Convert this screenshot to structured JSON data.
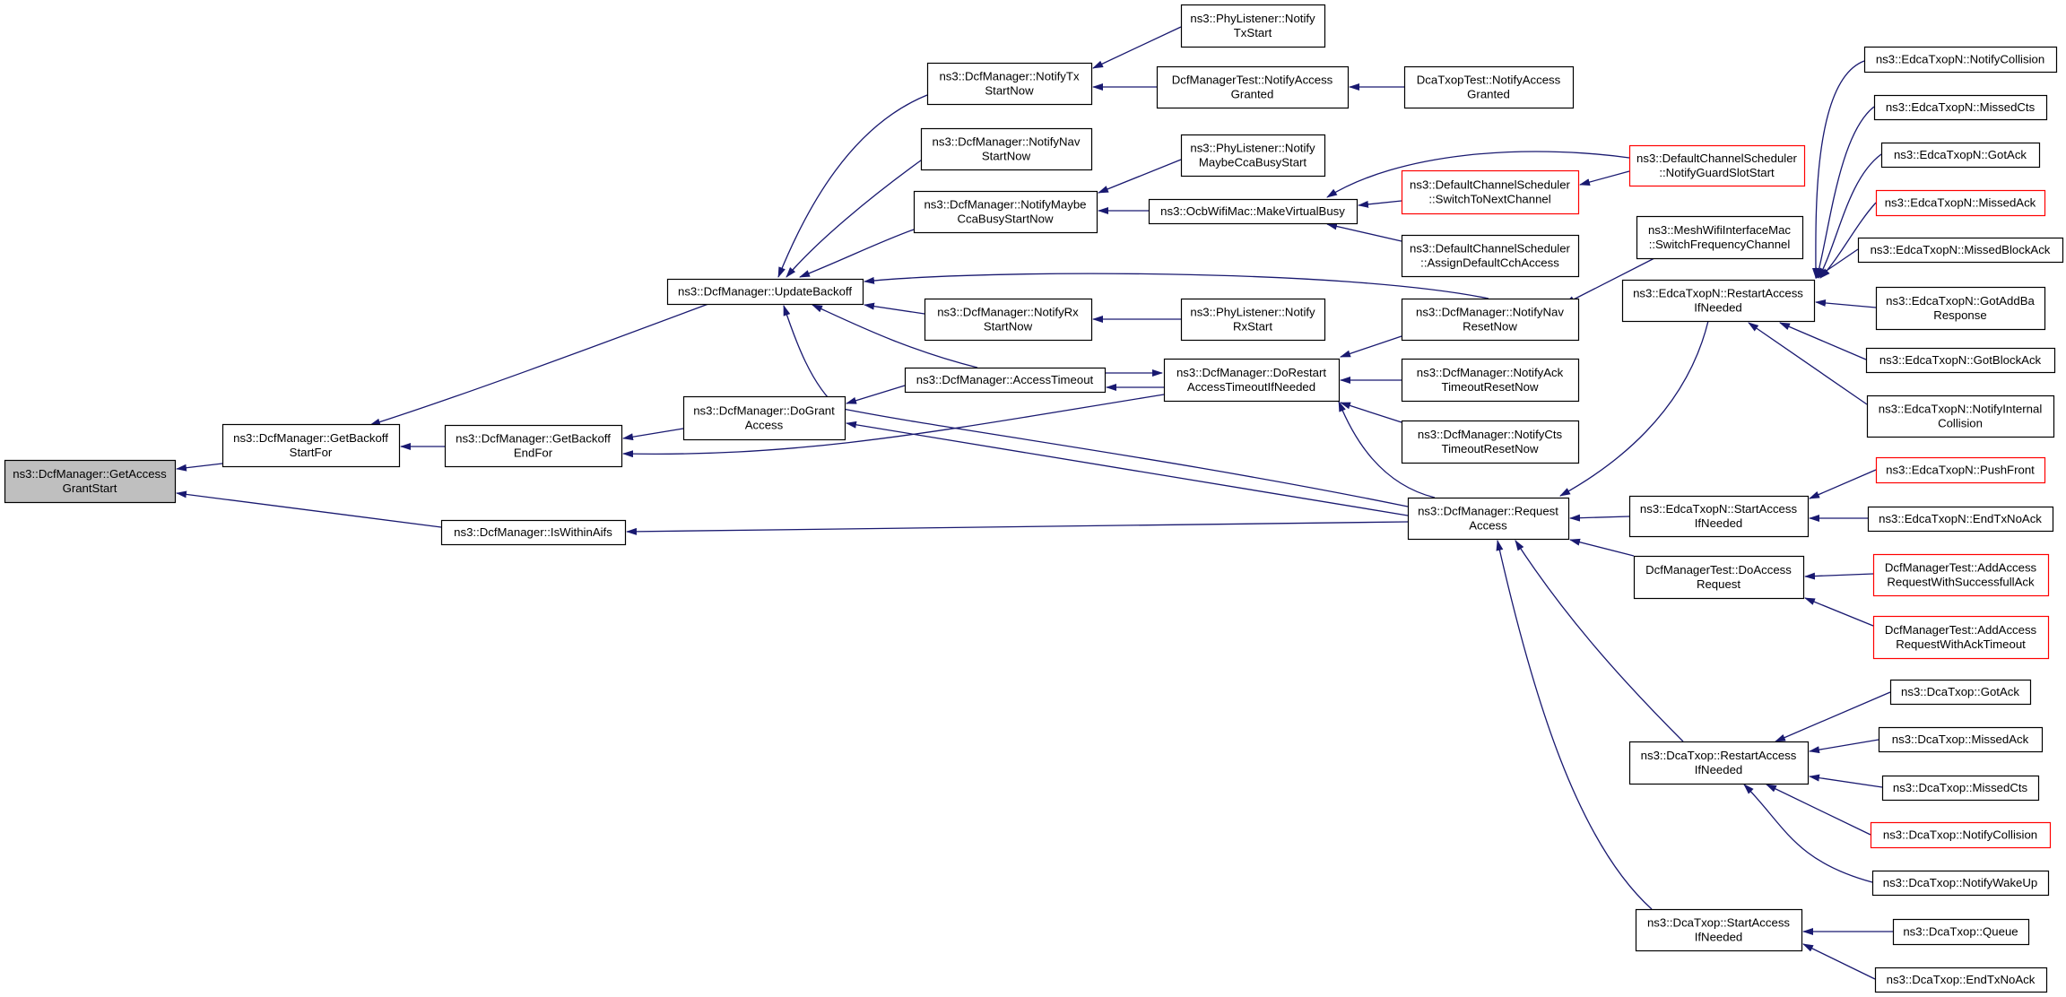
{
  "colors": {
    "edge": "#191970",
    "border_normal": "#000000",
    "border_truncated": "#ff0000",
    "root_fill": "#bfbfbf",
    "node_fill": "#ffffff"
  },
  "nodes": [
    {
      "id": "getaccess",
      "lines": [
        "ns3::DcfManager::GetAccess",
        "GrantStart"
      ],
      "style": "root"
    },
    {
      "id": "getbackoffstart",
      "lines": [
        "ns3::DcfManager::GetBackoff",
        "StartFor"
      ],
      "style": "normal"
    },
    {
      "id": "iswithinaifs",
      "lines": [
        "ns3::DcfManager::IsWithinAifs"
      ],
      "style": "normal"
    },
    {
      "id": "updatebackoff",
      "lines": [
        "ns3::DcfManager::UpdateBackoff"
      ],
      "style": "normal"
    },
    {
      "id": "getbackoffend",
      "lines": [
        "ns3::DcfManager::GetBackoff",
        "EndFor"
      ],
      "style": "normal"
    },
    {
      "id": "dogrant",
      "lines": [
        "ns3::DcfManager::DoGrant",
        "Access"
      ],
      "style": "normal"
    },
    {
      "id": "notifytx",
      "lines": [
        "ns3::DcfManager::NotifyTx",
        "StartNow"
      ],
      "style": "normal"
    },
    {
      "id": "notifynav",
      "lines": [
        "ns3::DcfManager::NotifyNav",
        "StartNow"
      ],
      "style": "normal"
    },
    {
      "id": "notifymaybe",
      "lines": [
        "ns3::DcfManager::NotifyMaybe",
        "CcaBusyStartNow"
      ],
      "style": "normal"
    },
    {
      "id": "notifyrx",
      "lines": [
        "ns3::DcfManager::NotifyRx",
        "StartNow"
      ],
      "style": "normal"
    },
    {
      "id": "accesstimeout",
      "lines": [
        "ns3::DcfManager::AccessTimeout"
      ],
      "style": "normal"
    },
    {
      "id": "phytx",
      "lines": [
        "ns3::PhyListener::Notify",
        "TxStart"
      ],
      "style": "normal"
    },
    {
      "id": "dcftestgranted",
      "lines": [
        "DcfManagerTest::NotifyAccess",
        "Granted"
      ],
      "style": "normal"
    },
    {
      "id": "phymaybe",
      "lines": [
        "ns3::PhyListener::Notify",
        "MaybeCcaBusyStart"
      ],
      "style": "normal"
    },
    {
      "id": "ocbvirtual",
      "lines": [
        "ns3::OcbWifiMac::MakeVirtualBusy"
      ],
      "style": "normal"
    },
    {
      "id": "phyrx",
      "lines": [
        "ns3::PhyListener::Notify",
        "RxStart"
      ],
      "style": "normal"
    },
    {
      "id": "dorestart",
      "lines": [
        "ns3::DcfManager::DoRestart",
        "AccessTimeoutIfNeeded"
      ],
      "style": "normal"
    },
    {
      "id": "dcatxoptestgranted",
      "lines": [
        "DcaTxopTest::NotifyAccess",
        "Granted"
      ],
      "style": "normal"
    },
    {
      "id": "switchnext",
      "lines": [
        "ns3::DefaultChannelScheduler",
        "::SwitchToNextChannel"
      ],
      "style": "truncated"
    },
    {
      "id": "assigncch",
      "lines": [
        "ns3::DefaultChannelScheduler",
        "::AssignDefaultCchAccess"
      ],
      "style": "normal"
    },
    {
      "id": "guardslot",
      "lines": [
        "ns3::DefaultChannelScheduler",
        "::NotifyGuardSlotStart"
      ],
      "style": "truncated"
    },
    {
      "id": "navreset",
      "lines": [
        "ns3::DcfManager::NotifyNav",
        "ResetNow"
      ],
      "style": "normal"
    },
    {
      "id": "ackreset",
      "lines": [
        "ns3::DcfManager::NotifyAck",
        "TimeoutResetNow"
      ],
      "style": "normal"
    },
    {
      "id": "ctsreset",
      "lines": [
        "ns3::DcfManager::NotifyCts",
        "TimeoutResetNow"
      ],
      "style": "normal"
    },
    {
      "id": "requestaccess",
      "lines": [
        "ns3::DcfManager::Request",
        "Access"
      ],
      "style": "normal"
    },
    {
      "id": "meshswitch",
      "lines": [
        "ns3::MeshWifiInterfaceMac",
        "::SwitchFrequencyChannel"
      ],
      "style": "normal"
    },
    {
      "id": "edcarestart",
      "lines": [
        "ns3::EdcaTxopN::RestartAccess",
        "IfNeeded"
      ],
      "style": "normal"
    },
    {
      "id": "edcastart",
      "lines": [
        "ns3::EdcaTxopN::StartAccess",
        "IfNeeded"
      ],
      "style": "normal"
    },
    {
      "id": "dcftestdoaccess",
      "lines": [
        "DcfManagerTest::DoAccess",
        "Request"
      ],
      "style": "normal"
    },
    {
      "id": "dcarestart",
      "lines": [
        "ns3::DcaTxop::RestartAccess",
        "IfNeeded"
      ],
      "style": "normal"
    },
    {
      "id": "dcastart",
      "lines": [
        "ns3::DcaTxop::StartAccess",
        "IfNeeded"
      ],
      "style": "normal"
    },
    {
      "id": "edcacollision",
      "lines": [
        "ns3::EdcaTxopN::NotifyCollision"
      ],
      "style": "normal"
    },
    {
      "id": "edcamissedcts",
      "lines": [
        "ns3::EdcaTxopN::MissedCts"
      ],
      "style": "normal"
    },
    {
      "id": "edcagotack",
      "lines": [
        "ns3::EdcaTxopN::GotAck"
      ],
      "style": "normal"
    },
    {
      "id": "edcamissedack",
      "lines": [
        "ns3::EdcaTxopN::MissedAck"
      ],
      "style": "truncated"
    },
    {
      "id": "edcamissedblockack",
      "lines": [
        "ns3::EdcaTxopN::MissedBlockAck"
      ],
      "style": "normal"
    },
    {
      "id": "edcagotaddba",
      "lines": [
        "ns3::EdcaTxopN::GotAddBa",
        "Response"
      ],
      "style": "normal"
    },
    {
      "id": "edcagotblockack",
      "lines": [
        "ns3::EdcaTxopN::GotBlockAck"
      ],
      "style": "normal"
    },
    {
      "id": "edcainternal",
      "lines": [
        "ns3::EdcaTxopN::NotifyInternal",
        "Collision"
      ],
      "style": "normal"
    },
    {
      "id": "edcapushfront",
      "lines": [
        "ns3::EdcaTxopN::PushFront"
      ],
      "style": "truncated"
    },
    {
      "id": "edcaendtxnoack",
      "lines": [
        "ns3::EdcaTxopN::EndTxNoAck"
      ],
      "style": "normal"
    },
    {
      "id": "addaccesssuccess",
      "lines": [
        "DcfManagerTest::AddAccess",
        "RequestWithSuccessfullAck"
      ],
      "style": "truncated"
    },
    {
      "id": "addaccesstimeout",
      "lines": [
        "DcfManagerTest::AddAccess",
        "RequestWithAckTimeout"
      ],
      "style": "truncated"
    },
    {
      "id": "dcagotack",
      "lines": [
        "ns3::DcaTxop::GotAck"
      ],
      "style": "normal"
    },
    {
      "id": "dcamissedack",
      "lines": [
        "ns3::DcaTxop::MissedAck"
      ],
      "style": "normal"
    },
    {
      "id": "dcamissedcts",
      "lines": [
        "ns3::DcaTxop::MissedCts"
      ],
      "style": "normal"
    },
    {
      "id": "dcacollision",
      "lines": [
        "ns3::DcaTxop::NotifyCollision"
      ],
      "style": "truncated"
    },
    {
      "id": "dcawakeup",
      "lines": [
        "ns3::DcaTxop::NotifyWakeUp"
      ],
      "style": "normal"
    },
    {
      "id": "dcaqueue",
      "lines": [
        "ns3::DcaTxop::Queue"
      ],
      "style": "normal"
    },
    {
      "id": "dcaendtxnoack",
      "lines": [
        "ns3::DcaTxop::EndTxNoAck"
      ],
      "style": "normal"
    }
  ],
  "edges": [
    {
      "from": "getbackoffstart",
      "to": "getaccess"
    },
    {
      "from": "iswithinaifs",
      "to": "getaccess"
    },
    {
      "from": "updatebackoff",
      "to": "getbackoffstart"
    },
    {
      "from": "getbackoffend",
      "to": "getbackoffstart"
    },
    {
      "from": "requestaccess",
      "to": "iswithinaifs"
    },
    {
      "from": "notifytx",
      "to": "updatebackoff"
    },
    {
      "from": "notifynav",
      "to": "updatebackoff"
    },
    {
      "from": "notifymaybe",
      "to": "updatebackoff"
    },
    {
      "from": "notifyrx",
      "to": "updatebackoff"
    },
    {
      "from": "accesstimeout",
      "to": "updatebackoff"
    },
    {
      "from": "navreset",
      "to": "updatebackoff"
    },
    {
      "from": "requestaccess",
      "to": "updatebackoff"
    },
    {
      "from": "dogrant",
      "to": "getbackoffend"
    },
    {
      "from": "dorestart",
      "to": "getbackoffend"
    },
    {
      "from": "accesstimeout",
      "to": "dogrant"
    },
    {
      "from": "requestaccess",
      "to": "dogrant"
    },
    {
      "from": "phytx",
      "to": "notifytx"
    },
    {
      "from": "dcftestgranted",
      "to": "notifytx"
    },
    {
      "from": "dcatxoptestgranted",
      "to": "dcftestgranted"
    },
    {
      "from": "phymaybe",
      "to": "notifymaybe"
    },
    {
      "from": "ocbvirtual",
      "to": "notifymaybe"
    },
    {
      "from": "switchnext",
      "to": "ocbvirtual"
    },
    {
      "from": "guardslot",
      "to": "ocbvirtual"
    },
    {
      "from": "assigncch",
      "to": "ocbvirtual"
    },
    {
      "from": "guardslot",
      "to": "switchnext"
    },
    {
      "from": "phyrx",
      "to": "notifyrx"
    },
    {
      "from": "dorestart",
      "to": "accesstimeout"
    },
    {
      "from": "accesstimeout",
      "to": "dorestart"
    },
    {
      "from": "navreset",
      "to": "dorestart"
    },
    {
      "from": "ackreset",
      "to": "dorestart"
    },
    {
      "from": "ctsreset",
      "to": "dorestart"
    },
    {
      "from": "requestaccess",
      "to": "dorestart"
    },
    {
      "from": "meshswitch",
      "to": "navreset"
    },
    {
      "from": "edcarestart",
      "to": "requestaccess"
    },
    {
      "from": "edcastart",
      "to": "requestaccess"
    },
    {
      "from": "dcftestdoaccess",
      "to": "requestaccess"
    },
    {
      "from": "dcarestart",
      "to": "requestaccess"
    },
    {
      "from": "dcastart",
      "to": "requestaccess"
    },
    {
      "from": "edcacollision",
      "to": "edcarestart"
    },
    {
      "from": "edcamissedcts",
      "to": "edcarestart"
    },
    {
      "from": "edcagotack",
      "to": "edcarestart"
    },
    {
      "from": "edcamissedack",
      "to": "edcarestart"
    },
    {
      "from": "edcamissedblockack",
      "to": "edcarestart"
    },
    {
      "from": "edcagotaddba",
      "to": "edcarestart"
    },
    {
      "from": "edcagotblockack",
      "to": "edcarestart"
    },
    {
      "from": "edcainternal",
      "to": "edcarestart"
    },
    {
      "from": "edcapushfront",
      "to": "edcastart"
    },
    {
      "from": "edcaendtxnoack",
      "to": "edcastart"
    },
    {
      "from": "addaccesssuccess",
      "to": "dcftestdoaccess"
    },
    {
      "from": "addaccesstimeout",
      "to": "dcftestdoaccess"
    },
    {
      "from": "dcagotack",
      "to": "dcarestart"
    },
    {
      "from": "dcamissedack",
      "to": "dcarestart"
    },
    {
      "from": "dcamissedcts",
      "to": "dcarestart"
    },
    {
      "from": "dcacollision",
      "to": "dcarestart"
    },
    {
      "from": "dcawakeup",
      "to": "dcarestart"
    },
    {
      "from": "dcaqueue",
      "to": "dcastart"
    },
    {
      "from": "dcaendtxnoack",
      "to": "dcastart"
    }
  ]
}
